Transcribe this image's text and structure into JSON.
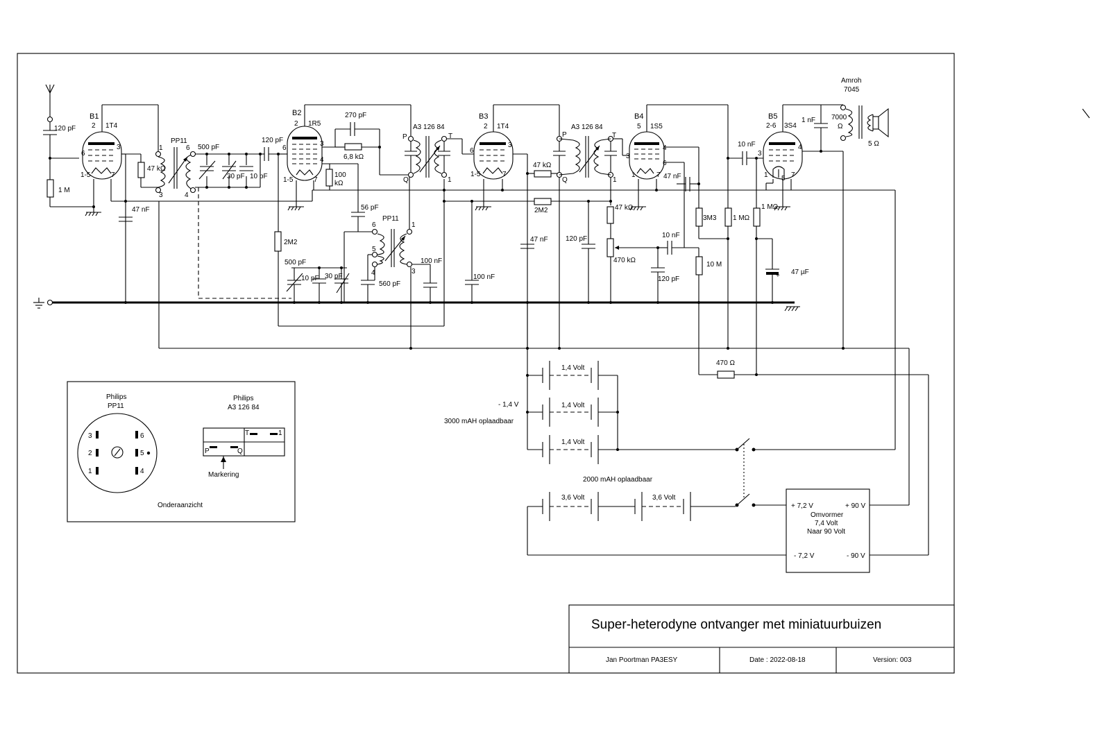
{
  "title_block": {
    "title": "Super-heterodyne ontvanger met miniatuurbuizen",
    "author": "Jan Poortman  PA3ESY",
    "date": "Date : 2022-08-18",
    "version": "Version:  003"
  },
  "tubes": [
    {
      "ref": "B1",
      "type": "1T4",
      "pin_top": "2",
      "pin_left": "6",
      "pin_right": "3",
      "pin_fil": "1-5",
      "pin_g": "7"
    },
    {
      "ref": "B2",
      "type": "1R5",
      "pin_top": "2",
      "pin_left": "6",
      "pin_right": "3",
      "pin_right2": "4",
      "pin_fil": "1-5",
      "pin_g": "7"
    },
    {
      "ref": "B3",
      "type": "1T4",
      "pin_top": "2",
      "pin_left": "6",
      "pin_right": "3",
      "pin_fil": "1-5",
      "pin_g": "7"
    },
    {
      "ref": "B4",
      "type": "1S5",
      "pin_top": "5",
      "pin_left": "3",
      "pin_right": "4",
      "pin_right2": "6",
      "pin_fil": "1",
      "pin_g": "7"
    },
    {
      "ref": "B5",
      "type": "3S4",
      "pin_top": "2-6",
      "pin_left": "3",
      "pin_right": "4",
      "pin_fil": "1",
      "pin_g": "7",
      "pin_g2": "5"
    }
  ],
  "labels": {
    "c120pf_ant": "120 pF",
    "r1m": "1 M",
    "c47nf_1": "47 nF",
    "r47k_1": "47 kΩ",
    "pp11_a": "PP11",
    "c500pf_1": "500 pF",
    "c30pf_1": "30 pF",
    "c10pf_1": "10 pF",
    "c120pf_2": "120 pF",
    "c270pf": "270 pF",
    "r6k8": "6,8 kΩ",
    "r100k": "100",
    "r100k_u": "kΩ",
    "c56pf": "56 pF",
    "pp11_b": "PP11",
    "r2m2_a": "2M2",
    "c500pf_2": "500 pF",
    "c10pf_2": "10 pF",
    "c30pf_2": "30 pF",
    "c560pf": "560 pF",
    "c100nf_1": "100 nF",
    "c100nf_2": "100 nF",
    "if1": "A3 126 84",
    "if2": "A3 126 84",
    "r47k_2": "47 kΩ",
    "r2m2_b": "2M2",
    "c47nf_2": "47 nF",
    "c120pf_3": "120 pF",
    "r47k_3": "47 kΩ",
    "pot470k": "470 kΩ",
    "c120pf_4": "120 pF",
    "c10nf_2": "10 nF",
    "r10m": "10 M",
    "c47nf_3": "47 nF",
    "r3m3": "3M3",
    "r1m_2": "1 MΩ",
    "r1m_3": "1 MΩ",
    "c10nf_1": "10 nF",
    "c47uf": "47 µF",
    "c1nf": "1 nF",
    "amroh": "Amroh",
    "amroh2": "7045",
    "z7000": "7000",
    "z7000u": "Ω",
    "z5": "5 Ω",
    "r470": "470 Ω",
    "bat1": "1,4 Volt",
    "bat2": "1,4 Volt",
    "bat3": "1,4 Volt",
    "minus14": "- 1,4 V",
    "cap3000": "3000 mAH  oplaadbaar",
    "cap2000": "2000 mAH  oplaadbaar",
    "bat36a": "3,6 Volt",
    "bat36b": "3,6 Volt",
    "conv_p72": "+ 7,2 V",
    "conv_p90": "+ 90 V",
    "conv_l1": "Omvormer",
    "conv_l2": "7,4 Volt",
    "conv_l3": "Naar 90 Volt",
    "conv_m72": "- 7,2 V",
    "conv_m90": "- 90 V",
    "pin_P1": "P",
    "pin_Q1": "Q",
    "pin_T1": "T",
    "pin_11": "1",
    "pin_P2": "P",
    "pin_Q2": "Q",
    "pin_T2": "T",
    "pin_12": "1",
    "ppa1": "1",
    "ppa3": "3",
    "ppa6": "6",
    "ppa4": "4",
    "ppb6": "6",
    "ppb1": "1",
    "ppb5": "5",
    "ppb4": "4",
    "ppb3": "3"
  },
  "legend": {
    "pp11_brand": "Philips",
    "pp11_type": "PP11",
    "if_brand": "Philips",
    "if_type": "A3 126 84",
    "pins": [
      "3",
      "2",
      "1",
      "6",
      "5",
      "4"
    ],
    "if_T": "T",
    "if_1": "1",
    "if_P": "P",
    "if_Q": "Q",
    "marker": "Markering",
    "bottom_view": "Onderaanzicht"
  }
}
